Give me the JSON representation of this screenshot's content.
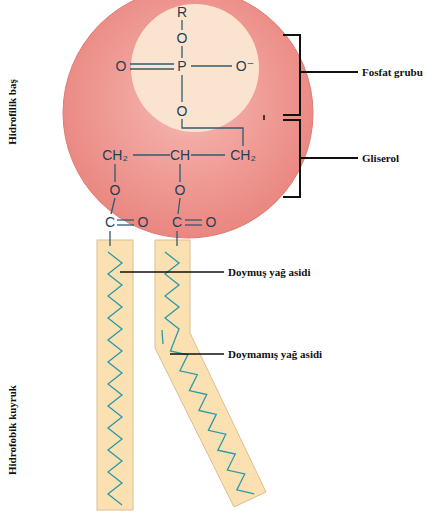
{
  "diagram": {
    "labels": [
      "Hidrofilik baş",
      "Hidrofobik kuyruk",
      "Fosfat grubu",
      "Gliserol",
      "Doymuş yağ asidi",
      "Doymamış yağ asidi",
      "R",
      "O",
      "O",
      "P",
      "O⁻",
      "O",
      "CH₂",
      "CH",
      "CH₂",
      "O",
      "O",
      "C",
      "O",
      "C",
      "O"
    ]
  }
}
